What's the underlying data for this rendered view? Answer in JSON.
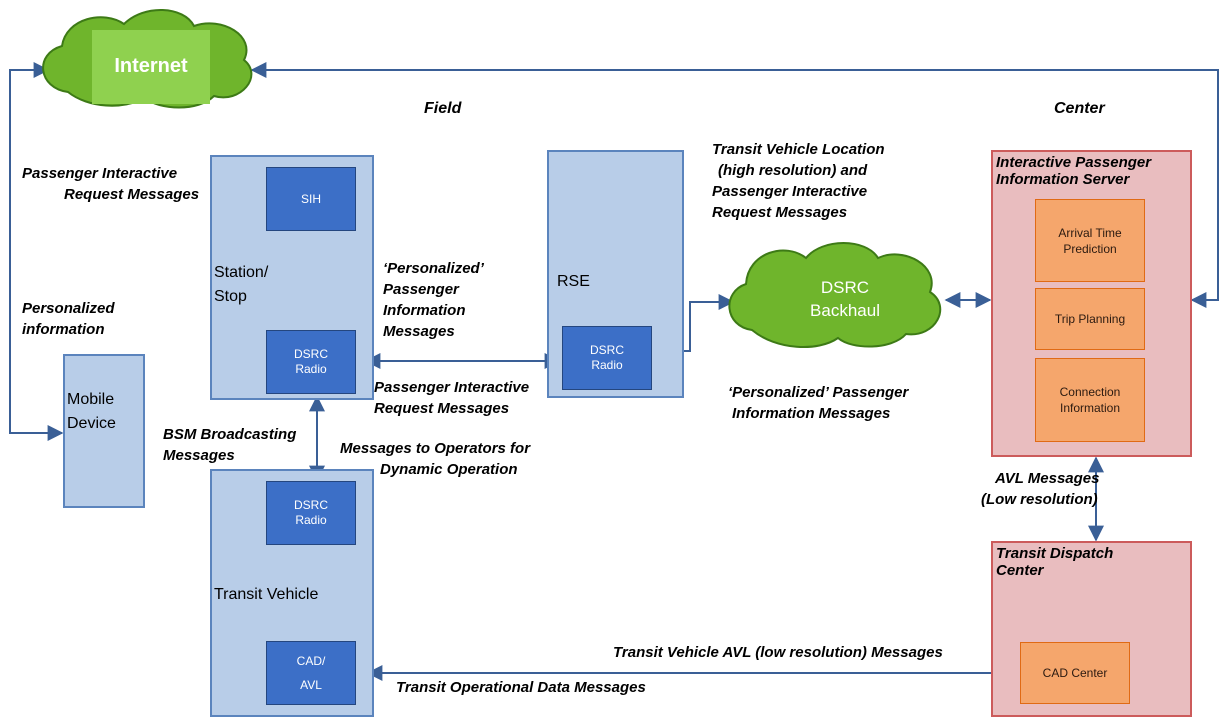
{
  "zones": {
    "field": "Field",
    "center": "Center"
  },
  "internet": {
    "label": "Internet"
  },
  "dsrc_backhaul": {
    "line1": "DSRC",
    "line2": "Backhaul"
  },
  "mobile_device": {
    "line1": "Mobile",
    "line2": "Device"
  },
  "station_stop": {
    "line1": "Station/",
    "line2": "Stop",
    "sih": "SIH",
    "radio_line1": "DSRC",
    "radio_line2": "Radio"
  },
  "rse": {
    "label": "RSE",
    "radio_line1": "DSRC",
    "radio_line2": "Radio"
  },
  "transit_vehicle": {
    "label": "Transit Vehicle",
    "radio_line1": "DSRC",
    "radio_line2": "Radio",
    "cad_line1": "CAD/",
    "cad_line2": "AVL"
  },
  "info_server": {
    "title_line1": "Interactive Passenger",
    "title_line2": "Information Server",
    "arrival_line1": "Arrival Time",
    "arrival_line2": "Prediction",
    "trip_planning": "Trip Planning",
    "connection_line1": "Connection",
    "connection_line2": "Information"
  },
  "dispatch": {
    "title_line1": "Transit Dispatch",
    "title_line2": "Center",
    "cad_center": "CAD Center"
  },
  "messages": {
    "passenger_request_left": [
      "Passenger Interactive",
      "Request Messages"
    ],
    "personalized_info": [
      "Personalized",
      "information"
    ],
    "personalized_passenger_info": [
      "‘Personalized’",
      "Passenger",
      "Information",
      "Messages"
    ],
    "passenger_request_mid": [
      "Passenger Interactive",
      "Request Messages"
    ],
    "vehicle_location": [
      "Transit Vehicle Location",
      "(high resolution) and",
      "Passenger Interactive",
      "Request Messages"
    ],
    "personalized_backhaul": [
      "‘Personalized’ Passenger",
      "Information Messages"
    ],
    "bsm": [
      "BSM Broadcasting",
      "Messages"
    ],
    "operators": [
      "Messages to Operators for",
      "Dynamic Operation"
    ],
    "avl": [
      "AVL Messages",
      "(Low resolution)"
    ],
    "vehicle_avl": "Transit Vehicle AVL (low resolution) Messages",
    "operational_data": "Transit Operational Data Messages"
  },
  "colors": {
    "container_fill": "#b8cde8",
    "chip_fill": "#3c6fc7",
    "server_fill": "#e9bdbf",
    "server_border": "#cc5b5b",
    "orange_chip": "#f5a66c",
    "cloud_green": "#6fb52c",
    "internet_green": "#8fd14f",
    "arrow": "#3a5f96"
  }
}
